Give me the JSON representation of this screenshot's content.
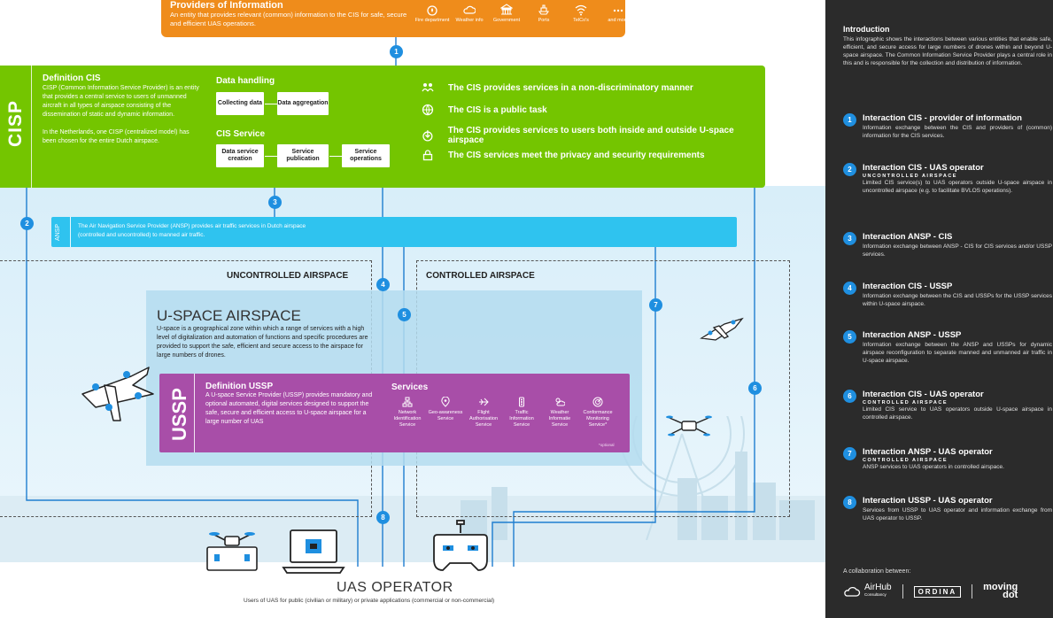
{
  "providers": {
    "title": "Providers of Information",
    "desc": "An entity that provides relevant (common) information to the CIS for safe, secure and efficient UAS operations.",
    "items": [
      {
        "label": "Fire department",
        "icon": "fire-icon"
      },
      {
        "label": "Weather info",
        "icon": "cloud-icon"
      },
      {
        "label": "Government",
        "icon": "government-icon"
      },
      {
        "label": "Ports",
        "icon": "ship-icon"
      },
      {
        "label": "TelCo's",
        "icon": "wifi-icon"
      },
      {
        "label": "and more",
        "icon": "more-icon"
      }
    ]
  },
  "cisp": {
    "tab": "CISP",
    "def_title": "Definition CIS",
    "def_text1": "CISP (Common Information Service Provider) is an entity that provides a central service to users of unmanned aircraft in all types of airspace consisting of the dissemination of static and dynamic information.",
    "def_text2": "In the Netherlands, one CISP (centralized model) has been chosen for the entire Dutch airspace.",
    "data_handling": "Data handling",
    "collecting": "Collecting data",
    "aggregation": "Data aggregation",
    "cis_service": "CIS Service",
    "creation": "Data service creation",
    "publication": "Service publication",
    "operations": "Service operations",
    "features": [
      {
        "text": "The CIS provides services in a non-discriminatory manner",
        "icon": "people-icon"
      },
      {
        "text": "The CIS is a public task",
        "icon": "globe-icon"
      },
      {
        "text": "The CIS provides services to users both inside and outside U-space airspace",
        "icon": "inout-icon"
      },
      {
        "text": "The CIS services meet the privacy and security requirements",
        "icon": "lock-icon"
      }
    ]
  },
  "ansp": {
    "tab": "ANSP",
    "text": "The Air Navigation Service Provider (ANSP) provides air traffic services in Dutch airspace (controlled and uncontrolled) to manned air traffic."
  },
  "airspace": {
    "uncontrolled": "UNCONTROLLED AIRSPACE",
    "controlled": "CONTROLLED AIRSPACE",
    "uspace_title": "U-SPACE AIRSPACE",
    "uspace_text": "U-space is a geographical zone within which a range of services with a high level of digitalization and automation of functions and specific procedures are provided to support the safe, efficient and secure access to the airspace for large numbers of drones."
  },
  "ussp": {
    "tab": "USSP",
    "def_title": "Definition USSP",
    "def_text": "A U-space Service Provider (USSP) provides mandatory and optional automated, digital services designed to support the safe, secure and efficient access to U-space airspace for a large number of UAS",
    "services_title": "Services",
    "services": [
      {
        "label": "Network Identification Service",
        "icon": "network-icon"
      },
      {
        "label": "Geo-awareness Service",
        "icon": "location-icon"
      },
      {
        "label": "Flight Authorisation Service",
        "icon": "flight-icon"
      },
      {
        "label": "Traffic Information Service",
        "icon": "traffic-icon"
      },
      {
        "label": "Weather Informatie Service",
        "icon": "weather-icon"
      },
      {
        "label": "Conformance Monitoring Service*",
        "icon": "conformance-icon"
      }
    ],
    "optional": "*optional"
  },
  "numbers": [
    "1",
    "2",
    "3",
    "4",
    "5",
    "6",
    "7",
    "8"
  ],
  "operator": {
    "title": "UAS OPERATOR",
    "subtitle": "Users of UAS for public (civilian or military) or private applications (commercial or non-commercial)"
  },
  "panel": {
    "intro_title": "Introduction",
    "intro_text": "This infographic shows the interactions between various entities that enable safe, efficient, and secure access for large numbers of drones within and beyond U-space airspace. The Common Information Service Provider plays a central role in this and is responsible for the collection and distribution of information.",
    "interactions": [
      {
        "n": "1",
        "title": "Interaction CIS - provider of information",
        "sub": "",
        "text": "Information exchange between the CIS and providers of (common) information for the CIS services."
      },
      {
        "n": "2",
        "title": "Interaction CIS - UAS operator",
        "sub": "UNCONTROLLED AIRSPACE",
        "text": "Limited CIS service(s) to UAS operators outside U-space airspace in uncontrolled airspace (e.g. to facilitate BVLOS operations)."
      },
      {
        "n": "3",
        "title": "Interaction ANSP - CIS",
        "sub": "",
        "text": "Information exchange between ANSP - CIS for CIS services and/or USSP services."
      },
      {
        "n": "4",
        "title": "Interaction CIS - USSP",
        "sub": "",
        "text": "Information exchange between the CIS and USSPs for the USSP services within U-space airspace."
      },
      {
        "n": "5",
        "title": "Interaction ANSP - USSP",
        "sub": "",
        "text": "Information exchange between the ANSP and USSPs for dynamic airspace reconfiguration to separate manned and unmanned air traffic in U-space airspace."
      },
      {
        "n": "6",
        "title": "Interaction CIS - UAS operator",
        "sub": "CONTROLLED AIRSPACE",
        "text": "Limited CIS service to UAS operators outside U-space airspace in controlled airspace."
      },
      {
        "n": "7",
        "title": "Interaction ANSP - UAS operator",
        "sub": "CONTROLLED AIRSPACE",
        "text": "ANSP services to UAS operators in controlled airspace."
      },
      {
        "n": "8",
        "title": "Interaction USSP - UAS operator",
        "sub": "",
        "text": "Services from USSP to UAS operator and information exchange from UAS operator to USSP."
      }
    ],
    "collab": "A collaboration between:",
    "logo1": "AirHub",
    "logo1_sub": "Consultancy",
    "logo2": "ORDINA",
    "logo3a": "moving",
    "logo3b": "dot"
  }
}
